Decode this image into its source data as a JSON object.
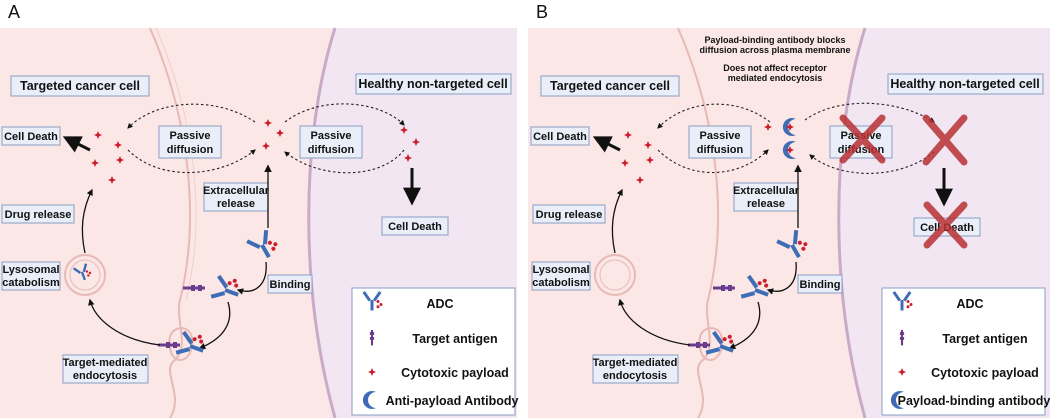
{
  "panels": {
    "a": {
      "letter": "A",
      "targeted_cell": "Targeted cancer cell",
      "healthy_cell": "Healthy non-targeted cell",
      "cell_death_left": "Cell Death",
      "cell_death_right": "Cell Death",
      "passive_left": [
        "Passive",
        "diffusion"
      ],
      "passive_right": [
        "Passive",
        "diffusion"
      ],
      "extracellular": [
        "Extracellular",
        "release"
      ],
      "drug_release": "Drug release",
      "lysosomal": [
        "Lysosomal",
        "catabolism"
      ],
      "binding": "Binding",
      "endocytosis": [
        "Target-mediated",
        "endocytosis"
      ],
      "legend": [
        "ADC",
        "Target antigen",
        "Cytotoxic payload",
        "Anti-payload Antibody"
      ]
    },
    "b": {
      "letter": "B",
      "note1": [
        "Payload-binding antibody blocks",
        "diffusion across plasma membrane"
      ],
      "note2": [
        "Does not affect receptor",
        "mediated endocytosis"
      ],
      "targeted_cell": "Targeted cancer cell",
      "healthy_cell": "Healthy non-targeted cell",
      "cell_death_left": "Cell Death",
      "cell_death_right": "Cell Death",
      "passive_left": [
        "Passive",
        "diffusion"
      ],
      "passive_right": [
        "Passive",
        "diffusion"
      ],
      "extracellular": [
        "Extracellular",
        "release"
      ],
      "drug_release": "Drug release",
      "lysosomal": [
        "Lysosomal",
        "catabolism"
      ],
      "binding": "Binding",
      "endocytosis": [
        "Target-mediated",
        "endocytosis"
      ],
      "legend": [
        "ADC",
        "Target antigen",
        "Cytotoxic payload",
        "Payload-binding antibody"
      ]
    }
  },
  "colors": {
    "cancer_bg": "#fbe7e6",
    "healthy_bg": "#f1e6f1",
    "membrane": "#e8b9b5",
    "healthy_membrane": "#caaac9",
    "payload": "#cc1f2c",
    "antibody": "#3e6cb5",
    "cross": "#b83234"
  }
}
